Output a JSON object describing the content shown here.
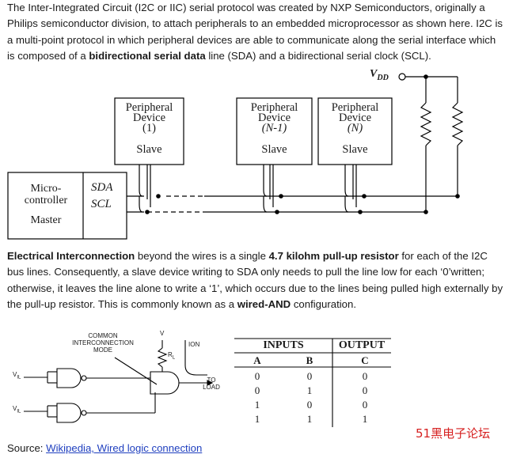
{
  "intro": {
    "t1": "The Inter-Integrated Circuit (I2C or IIC) serial protocol was created by NXP Semiconductors, originally a Philips semiconductor division, to attach peripherals to an embedded microprocessor as shown here. I2C is a multi-point protocol in which peripheral devices are able to communicate along the serial interface which is composed of a ",
    "b1": "bidirectional serial data",
    "t2": " line (SDA) and a bidirectional serial clock (SCL)."
  },
  "bus_diagram": {
    "vdd_label": "V",
    "vdd_sub": "DD",
    "controller": {
      "line1": "Micro-",
      "line2": "controller",
      "role": "Master"
    },
    "sda_label": "SDA",
    "scl_label": "SCL",
    "devices": [
      {
        "title1": "Peripheral",
        "title2": "Device",
        "index": "(1)",
        "role": "Slave"
      },
      {
        "title1": "Peripheral",
        "title2": "Device",
        "index": "(N-1)",
        "role": "Slave"
      },
      {
        "title1": "Peripheral",
        "title2": "Device",
        "index": "(N)",
        "role": "Slave"
      }
    ]
  },
  "explain": {
    "b1": "Electrical Interconnection",
    "t1": " beyond the wires is a single ",
    "b2": "4.7 kilohm pull-up resistor",
    "t2": " for each of the I2C bus lines. Consequently, a slave device writing to SDA only needs to pull the line low for each ‘0’written; otherwise, it leaves the line alone to write a ‘1’, which occurs due to the lines being pulled high externally by the pull-up resistor. This is commonly known as a ",
    "b3": "wired-AND",
    "t3": " configuration."
  },
  "gate_diagram": {
    "common_line1": "COMMON",
    "common_line2": "INTERCONNECTION",
    "common_line3": "MODE",
    "v_label": "V",
    "rl_label": "R",
    "rl_sub": "L",
    "ion_label": "ION",
    "to_label": "TO",
    "load_label": "LOAD",
    "vil_label": "V",
    "vil_sub": "IL"
  },
  "truth_table": {
    "inputs_header": "INPUTS",
    "output_header": "OUTPUT",
    "col_a": "A",
    "col_b": "B",
    "col_c": "C",
    "rows": [
      {
        "a": "0",
        "b": "0",
        "c": "0"
      },
      {
        "a": "0",
        "b": "1",
        "c": "0"
      },
      {
        "a": "1",
        "b": "0",
        "c": "0"
      },
      {
        "a": "1",
        "b": "1",
        "c": "1"
      }
    ]
  },
  "source": {
    "prefix": "Source: ",
    "link_text": "Wikipedia, Wired logic connection"
  },
  "watermark": "51黑电子论坛",
  "colors": {
    "link": "#1f3fbf",
    "watermark": "#d62020",
    "line": "#000000"
  }
}
